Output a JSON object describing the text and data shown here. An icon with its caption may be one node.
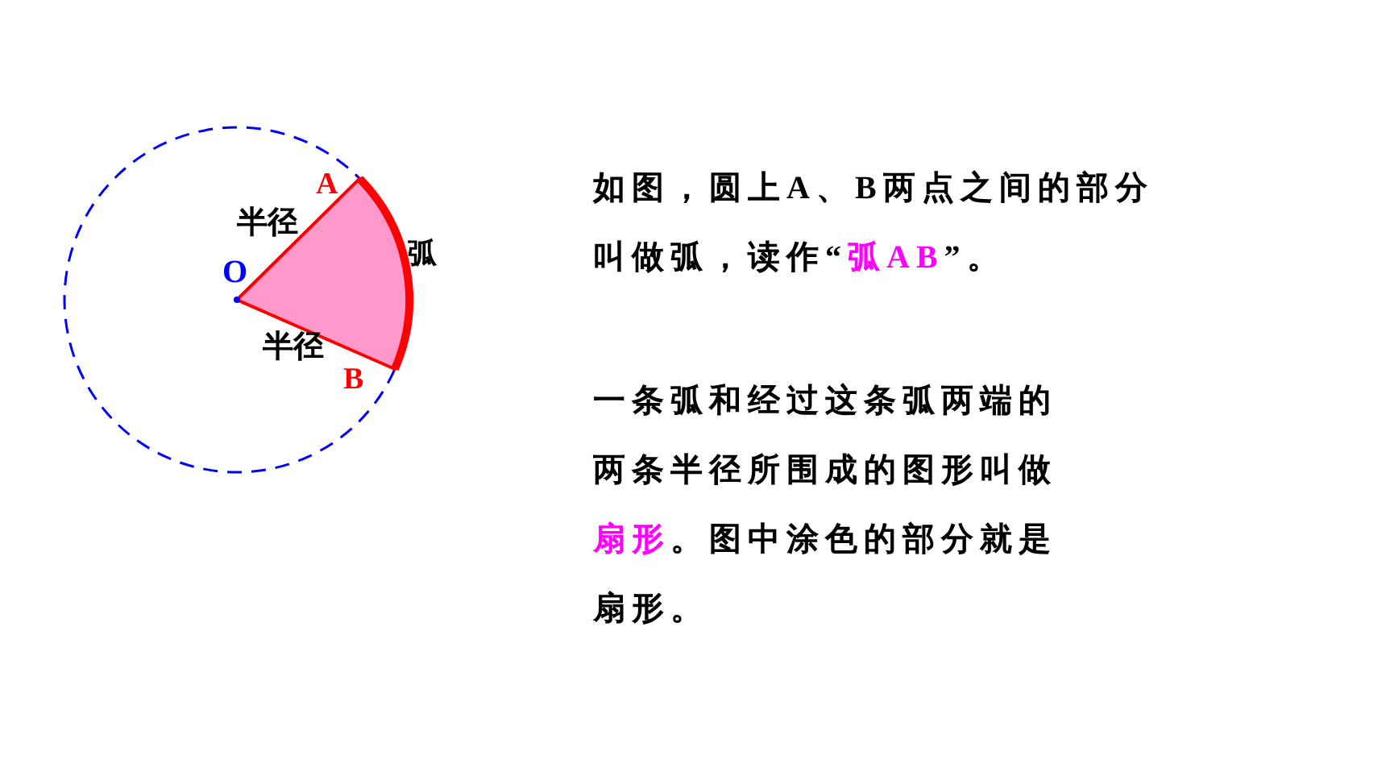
{
  "diagram": {
    "labels": [
      "A",
      "半径",
      "弧",
      "O",
      "半径",
      "B",
      "如图，圆上A、B两点之间的部分叫做弧，读作“**弧AB**”。",
      "一条弧和经过这条弧两端的两条半径所围成的图形叫做**扇形**。图中涂色的部分就是扇形。"
    ]
  }
}
